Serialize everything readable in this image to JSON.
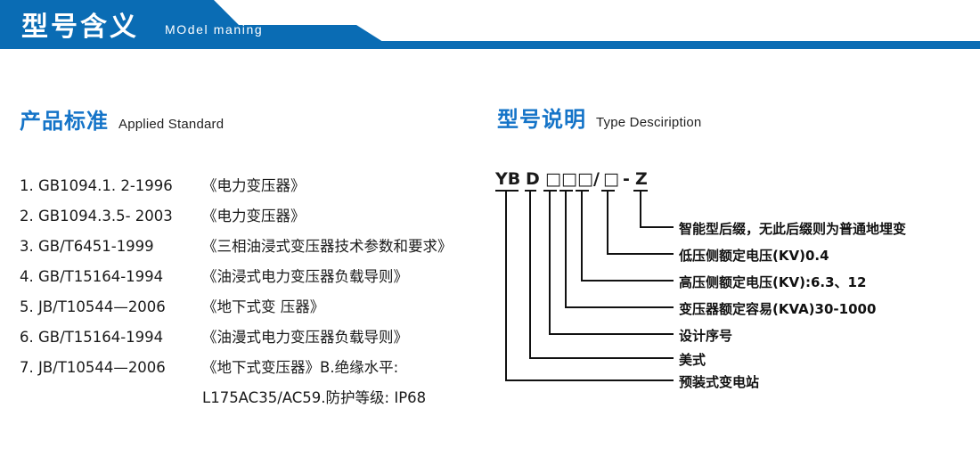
{
  "colors": {
    "banner_blue": "#0a6cb4",
    "heading_blue": "#1574c8",
    "text_black": "#1a1a1a"
  },
  "banner": {
    "title_cn": "型号含义",
    "title_en": "MOdel maning"
  },
  "standards_section": {
    "heading_cn": "产品标准",
    "heading_en": "Applied Standard",
    "items": [
      {
        "index": "1. ",
        "code": "GB1094.1. 2-1996",
        "name": "《电力变压器》"
      },
      {
        "index": "2. ",
        "code": "GB1094.3.5- 2003",
        "name": "《电力变压器》"
      },
      {
        "index": "3. ",
        "code": "GB/T6451-1999",
        "name": "《三相油浸式变压器技术参数和要求》"
      },
      {
        "index": "4. ",
        "code": "GB/T15164-1994",
        "name": "《油浸式电力变压器负载导则》"
      },
      {
        "index": "5. ",
        "code": "JB/T10544—2006",
        "name": "《地下式变 压器》"
      },
      {
        "index": "6. ",
        "code": "GB/T15164-1994",
        "name": "《油漫式电力变压器负载导则》"
      },
      {
        "index": "7. ",
        "code": "JB/T10544—2006",
        "name": "《地下式变压器》B.绝缘水平:"
      }
    ],
    "continuation": "L175AC35/AC59.防护等级: IP68"
  },
  "type_section": {
    "heading_cn": "型号说明",
    "heading_en": "Type Desciription",
    "code_parts": [
      "YB",
      "D",
      "□",
      "□",
      "□",
      "/",
      "□",
      "-",
      "Z"
    ],
    "code_string": "YB D □□□/□ - Z",
    "labels": [
      {
        "id": "suffix",
        "text": "智能型后缀，无此后缀则为普通地埋变"
      },
      {
        "id": "lv-voltage",
        "text": "低压侧额定电压(KV)0.4"
      },
      {
        "id": "hv-voltage",
        "text": "高压侧额定电压(KV):6.3、12"
      },
      {
        "id": "capacity",
        "text": "变压器额定容易(KVA)30-1000"
      },
      {
        "id": "design-serial",
        "text": "设计序号"
      },
      {
        "id": "american-type",
        "text": "美式"
      },
      {
        "id": "substation",
        "text": "预装式变电站"
      }
    ]
  }
}
